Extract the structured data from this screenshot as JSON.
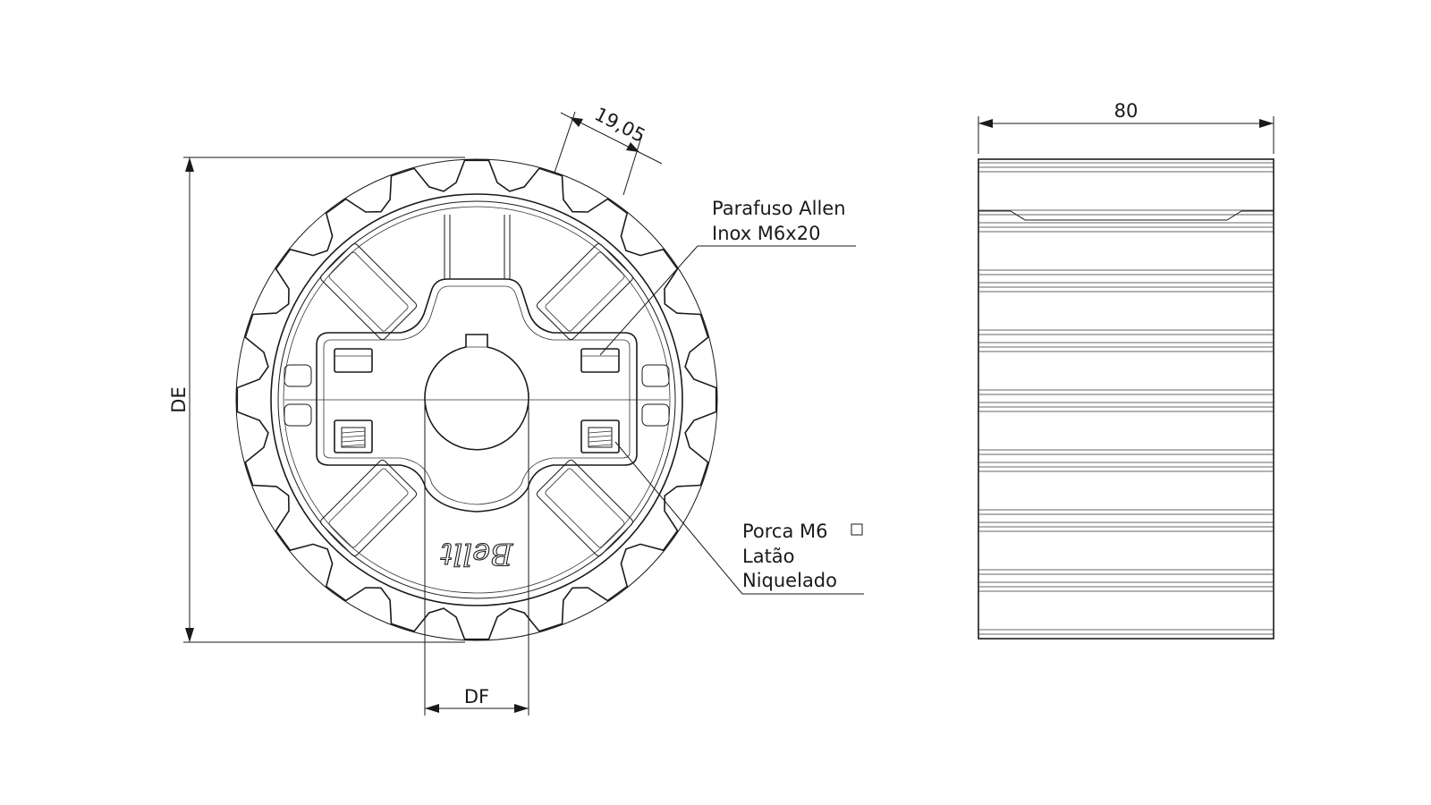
{
  "dimensions": {
    "tooth_pitch": "19,05",
    "width": "80",
    "outer_diameter": "DE",
    "bore_diameter": "DF"
  },
  "callouts": {
    "screw": {
      "line1": "Parafuso Allen",
      "line2": "Inox M6x20"
    },
    "nut": {
      "line1": "Porca M6",
      "line2": "Latão",
      "line3": "Niquelado"
    }
  },
  "logo": "Bellt"
}
